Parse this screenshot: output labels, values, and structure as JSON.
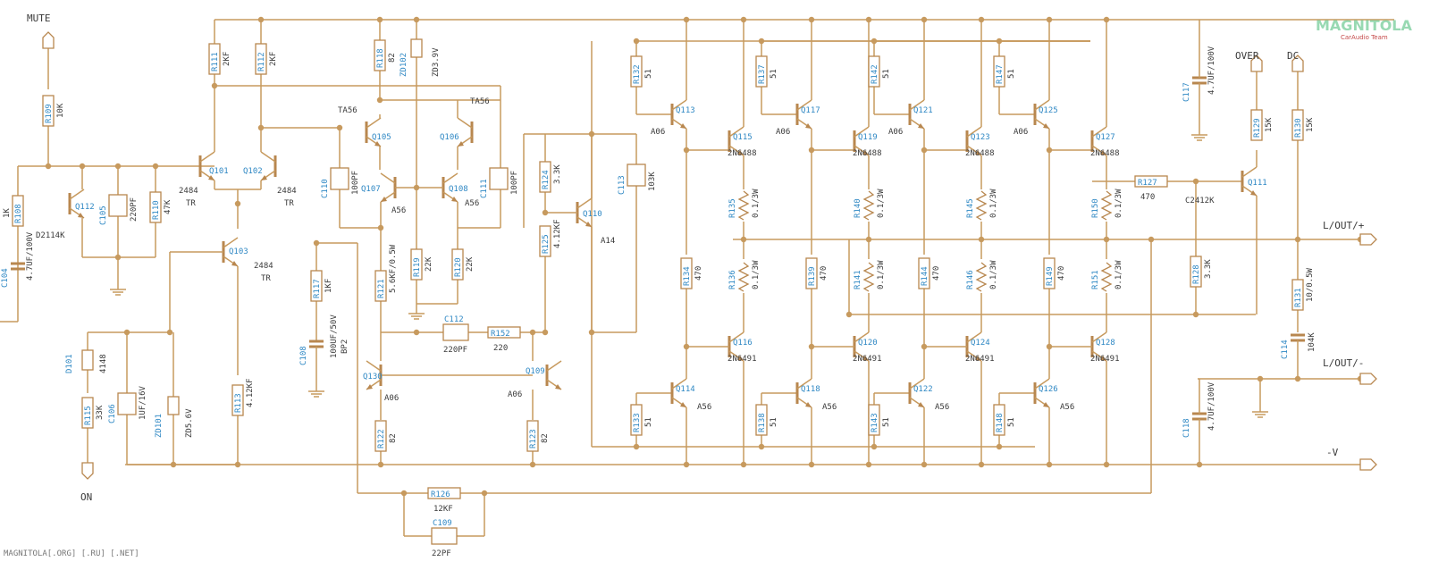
{
  "terminals": {
    "mute": "MUTE",
    "on": "ON",
    "over": "OVER",
    "dc": "DC",
    "out_pos": "L/OUT/+",
    "out_neg": "L/OUT/-",
    "neg_v": "-V"
  },
  "watermark": "MAGNITOLA[.ORG] [.RU] [.NET]",
  "logo": {
    "title": "MAGNITOLA",
    "subtitle": "CarAudio Team"
  },
  "transistors": [
    {
      "ref": "Q101",
      "type": "2484",
      "extra": "TR"
    },
    {
      "ref": "Q102",
      "type": "2484",
      "extra": "TR"
    },
    {
      "ref": "Q103",
      "type": "2484",
      "extra": "TR"
    },
    {
      "ref": "Q105",
      "type": "TA56"
    },
    {
      "ref": "Q106",
      "type": "TA56"
    },
    {
      "ref": "Q107",
      "type": "A56"
    },
    {
      "ref": "Q108",
      "type": "A56"
    },
    {
      "ref": "Q109",
      "type": "A06"
    },
    {
      "ref": "Q110",
      "type": "A14"
    },
    {
      "ref": "Q111",
      "type": "C2412K"
    },
    {
      "ref": "Q112",
      "type": "D2114K"
    },
    {
      "ref": "Q113",
      "type": "A06"
    },
    {
      "ref": "Q114",
      "type": "A56"
    },
    {
      "ref": "Q115",
      "type": "2N6488"
    },
    {
      "ref": "Q116",
      "type": "2N6491"
    },
    {
      "ref": "Q117",
      "type": "A06"
    },
    {
      "ref": "Q118",
      "type": "A56"
    },
    {
      "ref": "Q119",
      "type": "2N6488"
    },
    {
      "ref": "Q120",
      "type": "2N6491"
    },
    {
      "ref": "Q121",
      "type": "A06"
    },
    {
      "ref": "Q122",
      "type": "A56"
    },
    {
      "ref": "Q123",
      "type": "2N6488"
    },
    {
      "ref": "Q124",
      "type": "2N6491"
    },
    {
      "ref": "Q125",
      "type": "A06"
    },
    {
      "ref": "Q126",
      "type": "A56"
    },
    {
      "ref": "Q127",
      "type": "2N6488"
    },
    {
      "ref": "Q128",
      "type": "2N6491"
    },
    {
      "ref": "Q130",
      "type": "A06"
    }
  ],
  "resistors": [
    {
      "ref": "R108",
      "value": "1K"
    },
    {
      "ref": "R109",
      "value": "10K"
    },
    {
      "ref": "R110",
      "value": "47K"
    },
    {
      "ref": "R111",
      "value": "2KF"
    },
    {
      "ref": "R112",
      "value": "2KF"
    },
    {
      "ref": "R113",
      "value": "4.12KF"
    },
    {
      "ref": "R115",
      "value": "33K"
    },
    {
      "ref": "R117",
      "value": "1KF"
    },
    {
      "ref": "R118",
      "value": "82"
    },
    {
      "ref": "R119",
      "value": "22K"
    },
    {
      "ref": "R120",
      "value": "22K"
    },
    {
      "ref": "R121",
      "value": "5.6KF/0.5W"
    },
    {
      "ref": "R122",
      "value": "82"
    },
    {
      "ref": "R123",
      "value": "82"
    },
    {
      "ref": "R124",
      "value": "3.3K"
    },
    {
      "ref": "R125",
      "value": "4.12KF"
    },
    {
      "ref": "R126",
      "value": "12KF"
    },
    {
      "ref": "R127",
      "value": "470"
    },
    {
      "ref": "R128",
      "value": "3.3K"
    },
    {
      "ref": "R129",
      "value": "15K"
    },
    {
      "ref": "R130",
      "value": "15K"
    },
    {
      "ref": "R131",
      "value": "10/0.5W"
    },
    {
      "ref": "R132",
      "value": "51"
    },
    {
      "ref": "R133",
      "value": "51"
    },
    {
      "ref": "R134",
      "value": "470"
    },
    {
      "ref": "R135",
      "value": "0.1/3W"
    },
    {
      "ref": "R136",
      "value": "0.1/3W"
    },
    {
      "ref": "R137",
      "value": "51"
    },
    {
      "ref": "R138",
      "value": "51"
    },
    {
      "ref": "R139",
      "value": "470"
    },
    {
      "ref": "R140",
      "value": "0.1/3W"
    },
    {
      "ref": "R141",
      "value": "0.1/3W"
    },
    {
      "ref": "R142",
      "value": "51"
    },
    {
      "ref": "R143",
      "value": "51"
    },
    {
      "ref": "R144",
      "value": "470"
    },
    {
      "ref": "R145",
      "value": "0.1/3W"
    },
    {
      "ref": "R146",
      "value": "0.1/3W"
    },
    {
      "ref": "R147",
      "value": "51"
    },
    {
      "ref": "R148",
      "value": "51"
    },
    {
      "ref": "R149",
      "value": "470"
    },
    {
      "ref": "R150",
      "value": "0.1/3W"
    },
    {
      "ref": "R151",
      "value": "0.1/3W"
    },
    {
      "ref": "R152",
      "value": "220"
    }
  ],
  "capacitors": [
    {
      "ref": "C104",
      "value": "4.7UF/100V"
    },
    {
      "ref": "C105",
      "value": "220PF"
    },
    {
      "ref": "C106",
      "value": "1UF/16V"
    },
    {
      "ref": "C108",
      "value": "100UF/50V"
    },
    {
      "ref": "C109",
      "value": "22PF"
    },
    {
      "ref": "C110",
      "value": "100PF"
    },
    {
      "ref": "C111",
      "value": "100PF"
    },
    {
      "ref": "C112",
      "value": "220PF"
    },
    {
      "ref": "C113",
      "value": "103K"
    },
    {
      "ref": "C114",
      "value": "104K"
    },
    {
      "ref": "C117",
      "value": "4.7UF/100V"
    },
    {
      "ref": "C118",
      "value": "4.7UF/100V"
    }
  ],
  "diodes": [
    {
      "ref": "D101",
      "value": "4148"
    },
    {
      "ref": "ZD101",
      "value": "ZD5.6V"
    },
    {
      "ref": "ZD102",
      "value": "ZD3.9V"
    }
  ],
  "misc": {
    "bp": "BP2"
  }
}
